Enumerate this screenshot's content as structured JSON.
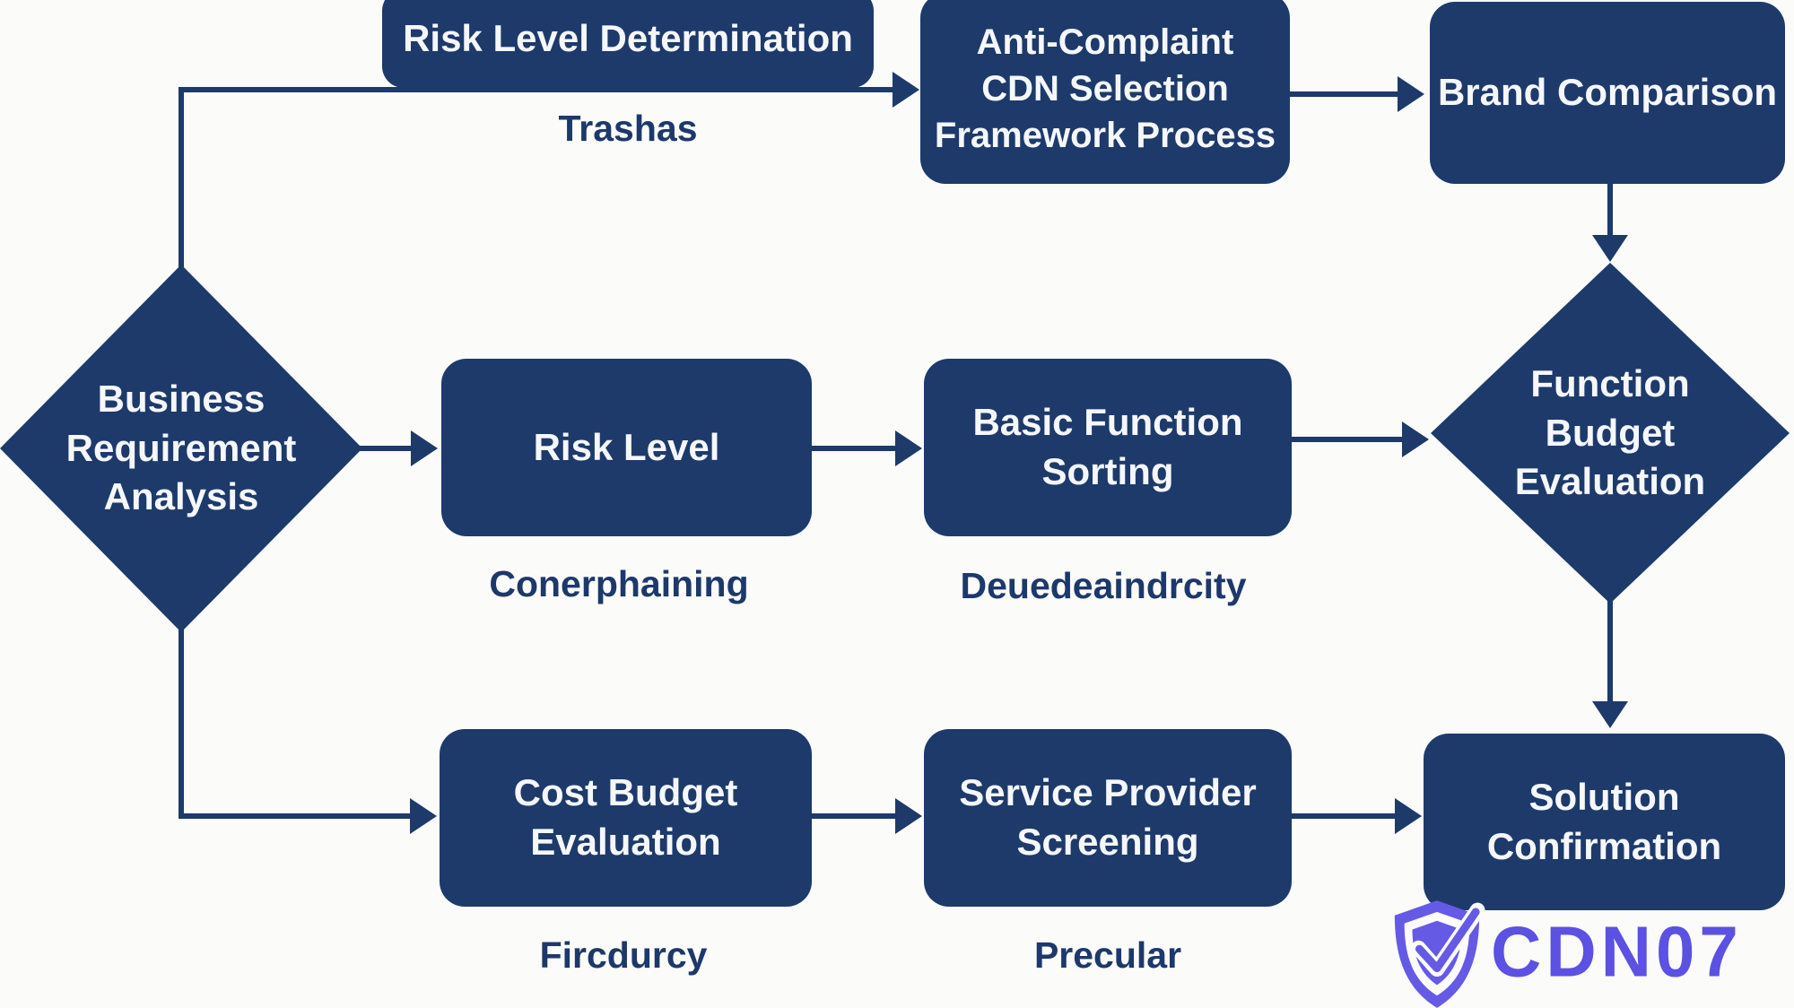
{
  "palette": {
    "node_fill": "#1d3a6b",
    "node_text": "#f5f7fb",
    "connector": "#1d3a6b",
    "annotation_text": "#1d386b",
    "background": "#fbfbf9",
    "logo_purple": "#5b51e2"
  },
  "nodes": {
    "risk_level_determination": {
      "label": "Risk Level Determination"
    },
    "anti_complaint_framework": {
      "label": "Anti-Complaint\nCDN Selection\nFramework Process"
    },
    "brand_comparison": {
      "label": "Brand Comparison"
    },
    "business_requirement_analysis": {
      "label": "Business\nRequirement\nAnalysis"
    },
    "risk_level": {
      "label": "Risk Level"
    },
    "basic_function_sorting": {
      "label": "Basic Function\nSorting"
    },
    "function_budget_evaluation": {
      "label": "Function\nBudget\nEvaluation"
    },
    "cost_budget_evaluation": {
      "label": "Cost Budget\nEvaluation"
    },
    "service_provider_screening": {
      "label": "Service Provider\nScreening"
    },
    "solution_confirmation": {
      "label": "Solution\nConfirmation"
    }
  },
  "annotations": {
    "trashas": "Trashas",
    "conerphaining": "Conerphaining",
    "deuedeaindrcity": "Deuedeaindrcity",
    "fircdurcy": "Fircdurcy",
    "precular": "Precular"
  },
  "logo": {
    "text": "CDN07"
  }
}
